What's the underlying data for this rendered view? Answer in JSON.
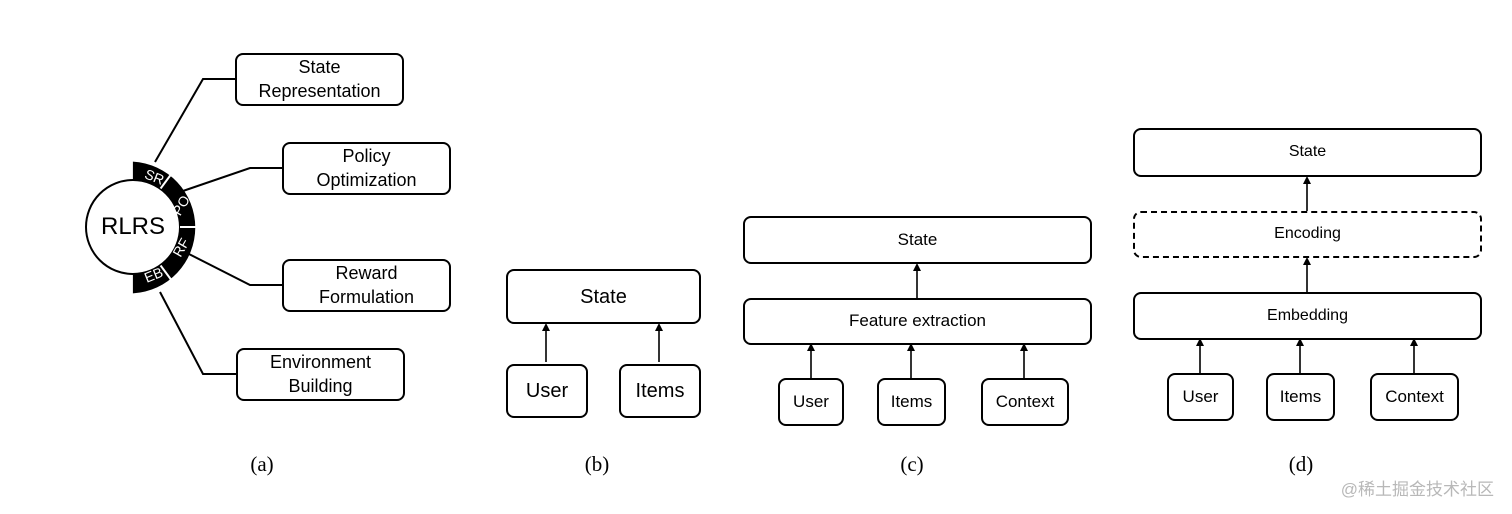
{
  "panel_a": {
    "center": "RLRS",
    "segments": [
      "SR",
      "PO",
      "RF",
      "EB"
    ],
    "boxes": [
      {
        "line1": "State",
        "line2": "Representation"
      },
      {
        "line1": "Policy",
        "line2": "Optimization"
      },
      {
        "line1": "Reward",
        "line2": "Formulation"
      },
      {
        "line1": "Environment",
        "line2": "Building"
      }
    ],
    "caption": "(a)"
  },
  "panel_b": {
    "top": "State",
    "inputs": [
      "User",
      "Items"
    ],
    "caption": "(b)"
  },
  "panel_c": {
    "top": "State",
    "middle": "Feature extraction",
    "inputs": [
      "User",
      "Items",
      "Context"
    ],
    "caption": "(c)"
  },
  "panel_d": {
    "top": "State",
    "encoding": "Encoding",
    "embedding": "Embedding",
    "inputs": [
      "User",
      "Items",
      "Context"
    ],
    "caption": "(d)"
  },
  "watermark": "@稀土掘金技术社区"
}
